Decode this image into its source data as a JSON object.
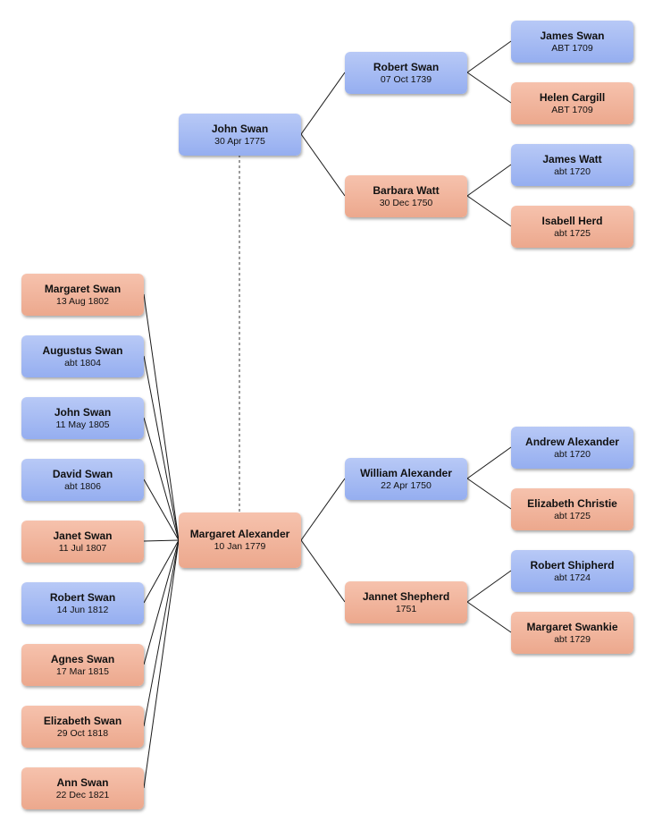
{
  "colors": {
    "male": "#a3bbf3",
    "female": "#f0b59c",
    "line": "#1a1a1a",
    "marriage_line": "#666666"
  },
  "couple": {
    "husband": {
      "name": "John Swan",
      "date": "30 Apr 1775",
      "sex": "male"
    },
    "wife": {
      "name": "Margaret Alexander",
      "date": "10 Jan 1779",
      "sex": "female"
    }
  },
  "husband_parents": {
    "father": {
      "name": "Robert Swan",
      "date": "07 Oct 1739",
      "sex": "male"
    },
    "mother": {
      "name": "Barbara Watt",
      "date": "30 Dec 1750",
      "sex": "female"
    }
  },
  "husband_grandparents": [
    {
      "name": "James Swan",
      "date": "ABT 1709",
      "sex": "male"
    },
    {
      "name": "Helen Cargill",
      "date": "ABT 1709",
      "sex": "female"
    },
    {
      "name": "James Watt",
      "date": "abt 1720",
      "sex": "male"
    },
    {
      "name": "Isabell Herd",
      "date": "abt 1725",
      "sex": "female"
    }
  ],
  "wife_parents": {
    "father": {
      "name": "William Alexander",
      "date": "22 Apr 1750",
      "sex": "male"
    },
    "mother": {
      "name": "Jannet Shepherd",
      "date": "1751",
      "sex": "female"
    }
  },
  "wife_grandparents": [
    {
      "name": "Andrew Alexander",
      "date": "abt 1720",
      "sex": "male"
    },
    {
      "name": "Elizabeth Christie",
      "date": "abt 1725",
      "sex": "female"
    },
    {
      "name": "Robert Shipherd",
      "date": "abt 1724",
      "sex": "male"
    },
    {
      "name": "Margaret Swankie",
      "date": "abt 1729",
      "sex": "female"
    }
  ],
  "children": [
    {
      "name": "Margaret Swan",
      "date": "13 Aug 1802",
      "sex": "female"
    },
    {
      "name": "Augustus Swan",
      "date": "abt 1804",
      "sex": "male"
    },
    {
      "name": "John Swan",
      "date": "11 May 1805",
      "sex": "male"
    },
    {
      "name": "David Swan",
      "date": "abt 1806",
      "sex": "male"
    },
    {
      "name": "Janet Swan",
      "date": "11 Jul 1807",
      "sex": "female"
    },
    {
      "name": "Robert Swan",
      "date": "14 Jun 1812",
      "sex": "male"
    },
    {
      "name": "Agnes Swan",
      "date": "17 Mar 1815",
      "sex": "female"
    },
    {
      "name": "Elizabeth Swan",
      "date": "29 Oct 1818",
      "sex": "female"
    },
    {
      "name": "Ann Swan",
      "date": "22 Dec 1821",
      "sex": "female"
    }
  ]
}
